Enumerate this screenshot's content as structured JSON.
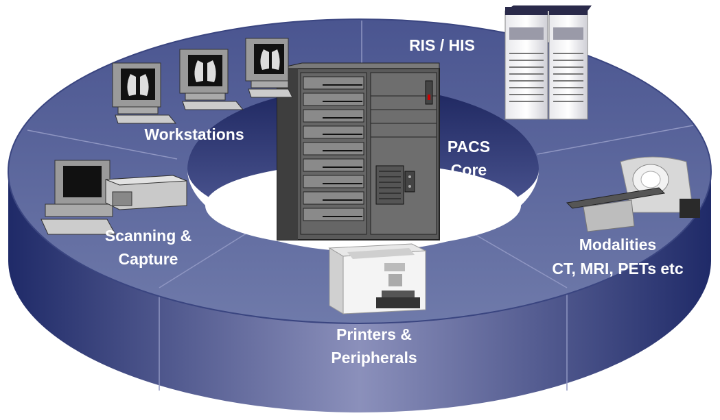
{
  "diagram": {
    "segments": {
      "ris_his": "RIS / HIS",
      "pacs_core": [
        "PACS",
        "Core"
      ],
      "workstations": "Workstations",
      "scanning_capture": [
        "Scanning &",
        "Capture"
      ],
      "printers_peripherals": [
        "Printers &",
        "Peripherals"
      ],
      "modalities": [
        "Modalities",
        "CT, MRI, PETs etc"
      ]
    },
    "colors": {
      "ring_top": "#5e6a9d",
      "ring_side": "#2e3a7a",
      "inner_hole": "#2a3470",
      "label_text": "#ffffff"
    },
    "icons": {
      "center": "server-cabinet-icon",
      "ris_his": "rack-server-icon",
      "workstations": "xray-workstation-icon",
      "scanning": "scanner-computer-icon",
      "printers": "laser-printer-icon",
      "modalities": "ct-scanner-icon"
    }
  }
}
